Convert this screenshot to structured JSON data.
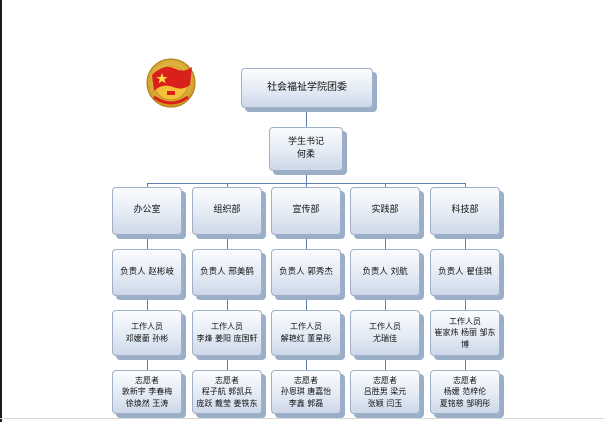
{
  "org": {
    "title": "社会福祉学院团委",
    "secretary": {
      "role": "学生书记",
      "name": "何柔"
    },
    "departments": [
      {
        "name": "办公室",
        "leader": "负责人  赵彬岐",
        "staff": {
          "title": "工作人员",
          "names": [
            "邓媛蘅 孙彬"
          ]
        },
        "volunteers": {
          "title": "志愿者",
          "names": [
            "敦新宇  李春梅",
            "徐焕然  王涛"
          ]
        }
      },
      {
        "name": "组织部",
        "leader": "负责人  邢美鹤",
        "staff": {
          "title": "工作人员",
          "names": [
            "李烽 姜阳 庞国轩"
          ]
        },
        "volunteers": {
          "title": "志愿者",
          "names": [
            "程子航  郭凯兵",
            "庞跃  戴莹  姜铁东"
          ]
        }
      },
      {
        "name": "宣传部",
        "leader": "负责人  郭秀杰",
        "staff": {
          "title": "工作人员",
          "names": [
            "解艳红 董星彤"
          ]
        },
        "volunteers": {
          "title": "志愿者",
          "names": [
            "孙恩琪 唐嘉怡",
            "李鑫   郭磊"
          ]
        }
      },
      {
        "name": "实践部",
        "leader": "负责人  刘航",
        "staff": {
          "title": "工作人员",
          "names": [
            "尤瑞佳"
          ]
        },
        "volunteers": {
          "title": "志愿者",
          "names": [
            "吕胜男  梁元",
            "张颖  闫玉"
          ]
        }
      },
      {
        "name": "科技部",
        "leader": "负责人  翟佳琪",
        "staff": {
          "title": "工作人员",
          "names": [
            "崔家炜 杨丽 邹东",
            "博"
          ]
        },
        "volunteers": {
          "title": "志愿者",
          "names": [
            "杨媛   范梓伦",
            "夏铭慈  邹明彤"
          ]
        }
      }
    ]
  },
  "emblem": {
    "icon": "youth-league-emblem-icon",
    "colors": {
      "flag": "#d9201a",
      "gold": "#e8b622",
      "ring": "#c8921a"
    }
  },
  "colors": {
    "connector": "#5b7fae",
    "box_border": "#9fb0c8",
    "box_shadow": "#9aaec7"
  }
}
